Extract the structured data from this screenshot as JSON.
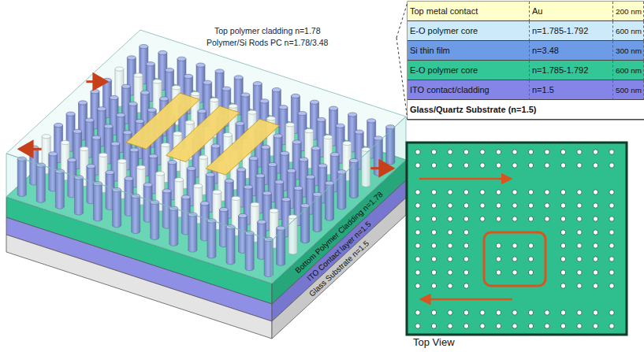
{
  "diagram": {
    "labels": [
      "Top polymer cladding n=1.78",
      "Polymer/Si Rods PC n=1.78/3.48",
      "Bottom Polymer Cladding n=1.78",
      "ITO Contact layer n=1.5",
      "Glass Substrate n=1.5",
      "Top metal contact",
      "Au",
      "200 nm",
      "E-O polymer core",
      "n=1.785-1.792",
      "600 nm",
      "Si thin film",
      "n=3.48",
      "300 nm",
      "E-O polymer core",
      "n=1.785-1.792",
      "600 nm",
      "ITO contact/cladding",
      "n=1.5",
      "500 nm",
      "Glass/Quartz Substrate (n=1.5)",
      "Top View"
    ]
  }
}
